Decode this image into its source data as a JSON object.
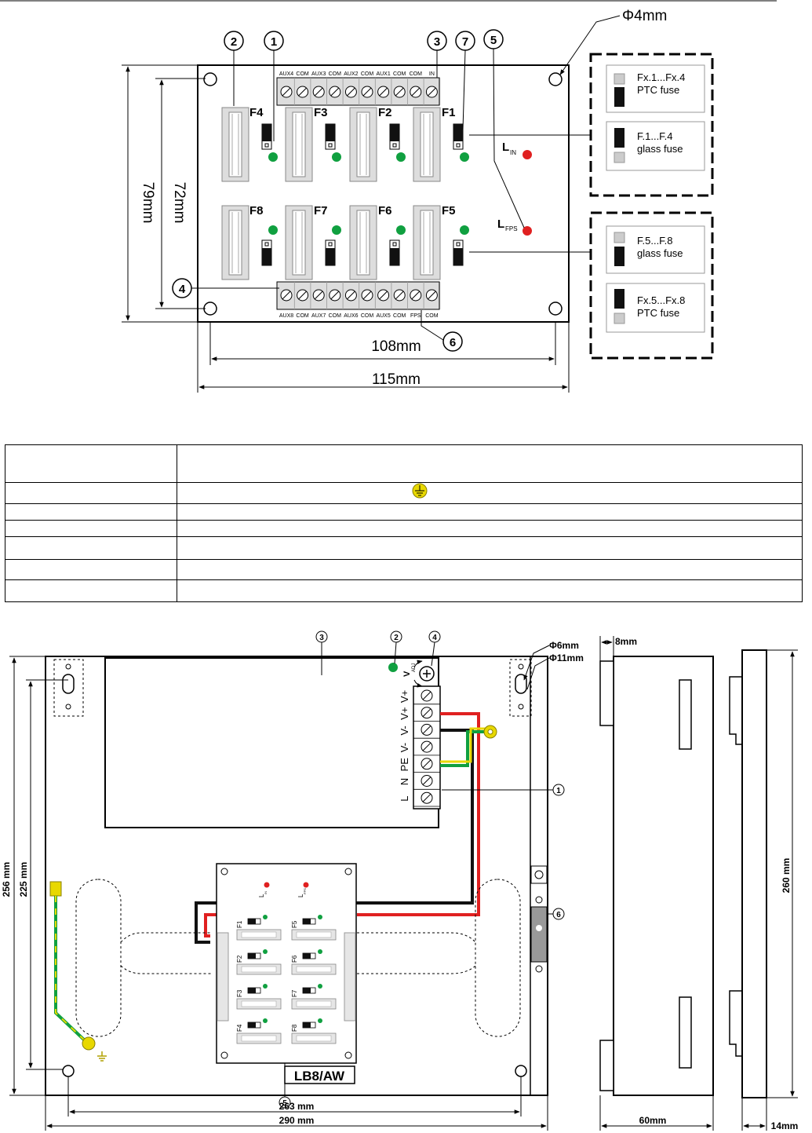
{
  "pcb": {
    "labels": {
      "fuse_tl": "F4",
      "fuse_f3": "F3",
      "fuse_f2": "F2",
      "fuse_f1": "F1",
      "fuse_f8": "F8",
      "fuse_f7": "F7",
      "fuse_f6": "F6",
      "fuse_f5": "F5"
    },
    "led_in": "L",
    "led_in_sub": "IN",
    "led_fps": "L",
    "led_fps_sub": "FPS",
    "top_terminals": [
      "AUX4",
      "COM",
      "AUX3",
      "COM",
      "AUX2",
      "COM",
      "AUX1",
      "COM",
      "COM",
      "IN"
    ],
    "bottom_terminals": [
      "AUX8",
      "COM",
      "AUX7",
      "COM",
      "AUX6",
      "COM",
      "AUX5",
      "COM",
      "FPS",
      "COM"
    ],
    "callouts": [
      "2",
      "1",
      "3",
      "7",
      "5",
      "4",
      "6"
    ],
    "dim_hole": "Φ4mm",
    "dim_w_outer": "115mm",
    "dim_w_inner": "108mm",
    "dim_h_outer": "79mm",
    "dim_h_inner": "72mm",
    "legend": {
      "box1_a": "Fx.1...Fx.4",
      "box1_b": "PTC fuse",
      "box2_a": "F.1...F.4",
      "box2_b": "glass fuse",
      "box3_a": "F.5...F.8",
      "box3_b": "glass fuse",
      "box4_a": "Fx.5...Fx.8",
      "box4_b": "PTC fuse"
    }
  },
  "table": {
    "rows": 7
  },
  "enclosure": {
    "callouts": [
      "3",
      "2",
      "4",
      "1",
      "6",
      "5"
    ],
    "terminal_labels": [
      "V+",
      "V+",
      "V-",
      "V-",
      "PE",
      "N",
      "L"
    ],
    "vadj": "V",
    "vadj_sub": "ADJ",
    "dim_hole_6": "Φ6mm",
    "dim_hole_11": "Φ11mm",
    "dim_8": "8mm",
    "dim_256": "256 mm",
    "dim_225": "225 mm",
    "dim_263": "263 mm",
    "dim_290": "290 mm",
    "dim_60": "60mm",
    "dim_260": "260 mm",
    "dim_14": "14mm",
    "board_label": "LB8/AW",
    "mini_fuses_left": [
      "F1",
      "F2",
      "F3",
      "F4"
    ],
    "mini_fuses_right": [
      "F5",
      "F6",
      "F7",
      "F8"
    ],
    "mini_led_in": "L",
    "mini_led_in_sub": "IN",
    "mini_led_fps": "L",
    "mini_led_fps_sub": "FPS"
  },
  "colors": {
    "led_green": "#10a040",
    "led_red": "#e02020",
    "wire_red": "#e02020",
    "wire_yellow": "#e8d800",
    "wire_green": "#10a040"
  }
}
